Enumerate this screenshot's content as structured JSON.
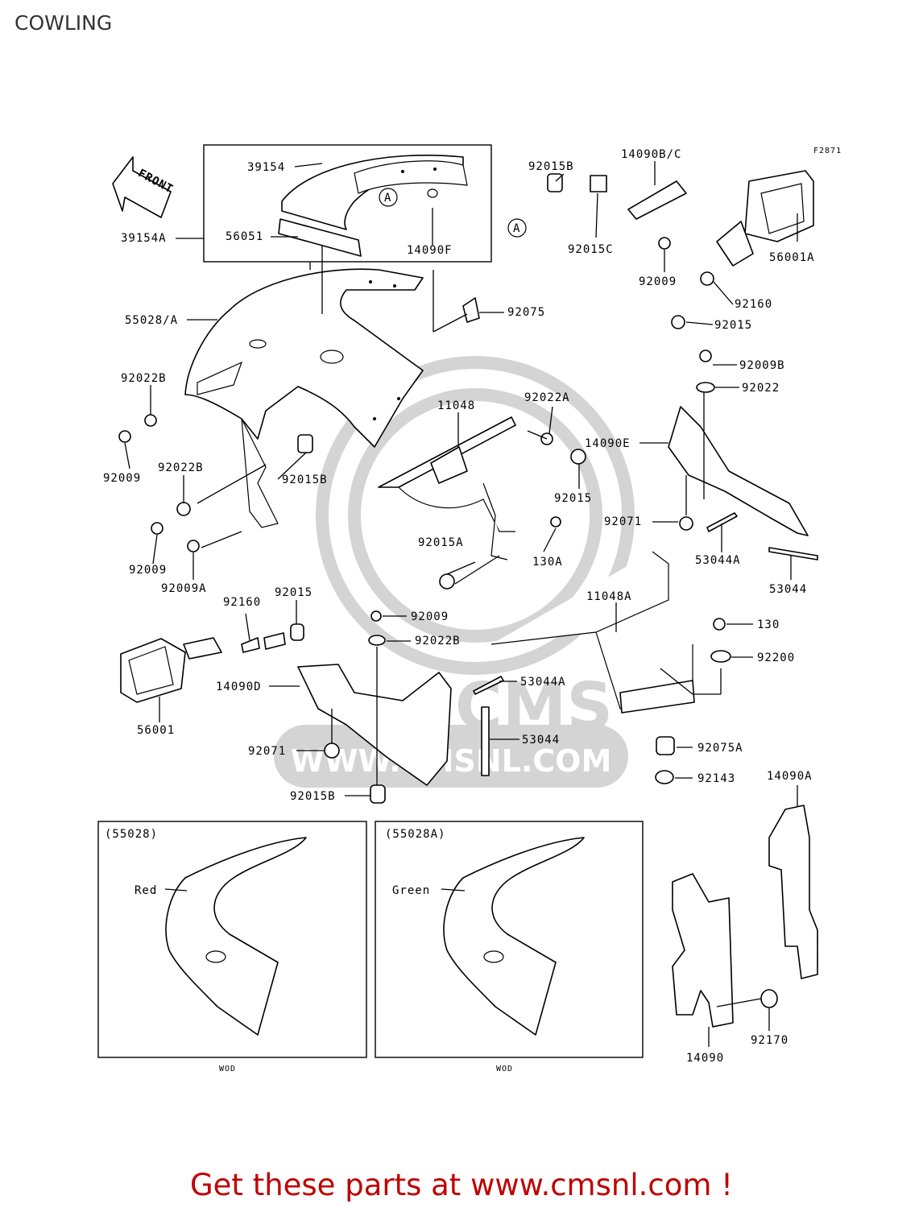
{
  "header": {
    "title": "COWLING"
  },
  "diagram": {
    "figure_code": "F2871",
    "front_arrow_label": "FRONT",
    "watermark_text": "WWW.CMSNL.COM",
    "watermark_brand": "CMS",
    "callout_letter": "A",
    "parts": {
      "p39154": "39154",
      "p39154A": "39154A",
      "p56051": "56051",
      "p14090F": "14090F",
      "p92015B_top": "92015B",
      "p14090BC": "14090B/C",
      "p92015C": "92015C",
      "p92009_top": "92009",
      "p56001A": "56001A",
      "p92160_right": "92160",
      "p92015_right": "92015",
      "p92075": "92075",
      "p55028A": "55028/A",
      "p92022B_left": "92022B",
      "p92009_left": "92009",
      "p92022B_left2": "92022B",
      "p92015B_left": "92015B",
      "p92009_left2": "92009",
      "p92009A": "92009A",
      "p11048": "11048",
      "p92022A": "92022A",
      "p92015_mid": "92015",
      "p92015A": "92015A",
      "p130A": "130A",
      "p92009B": "92009B",
      "p92022": "92022",
      "p14090E": "14090E",
      "p92071_right": "92071",
      "p53044A_right": "53044A",
      "p53044_right": "53044",
      "p11048A": "11048A",
      "p130": "130",
      "p92200": "92200",
      "p92160_left": "92160",
      "p92015_left": "92015",
      "p56001": "56001",
      "p92009_mid": "92009",
      "p92022B_mid": "92022B",
      "p14090D": "14090D",
      "p53044A_mid": "53044A",
      "p53044_mid": "53044",
      "p92071_mid": "92071",
      "p92015B_mid": "92015B",
      "p92075A": "92075A",
      "p92143": "92143",
      "p14090A": "14090A",
      "p14090": "14090",
      "p92170": "92170"
    },
    "inset_left": {
      "title": "(55028)",
      "color_label": "Red",
      "footer": "WOD"
    },
    "inset_right": {
      "title": "(55028A)",
      "color_label": "Green",
      "footer": "WOD"
    }
  },
  "footer": {
    "promo_text": "Get these parts at www.cmsnl.com !",
    "promo_color": "#c00000"
  }
}
